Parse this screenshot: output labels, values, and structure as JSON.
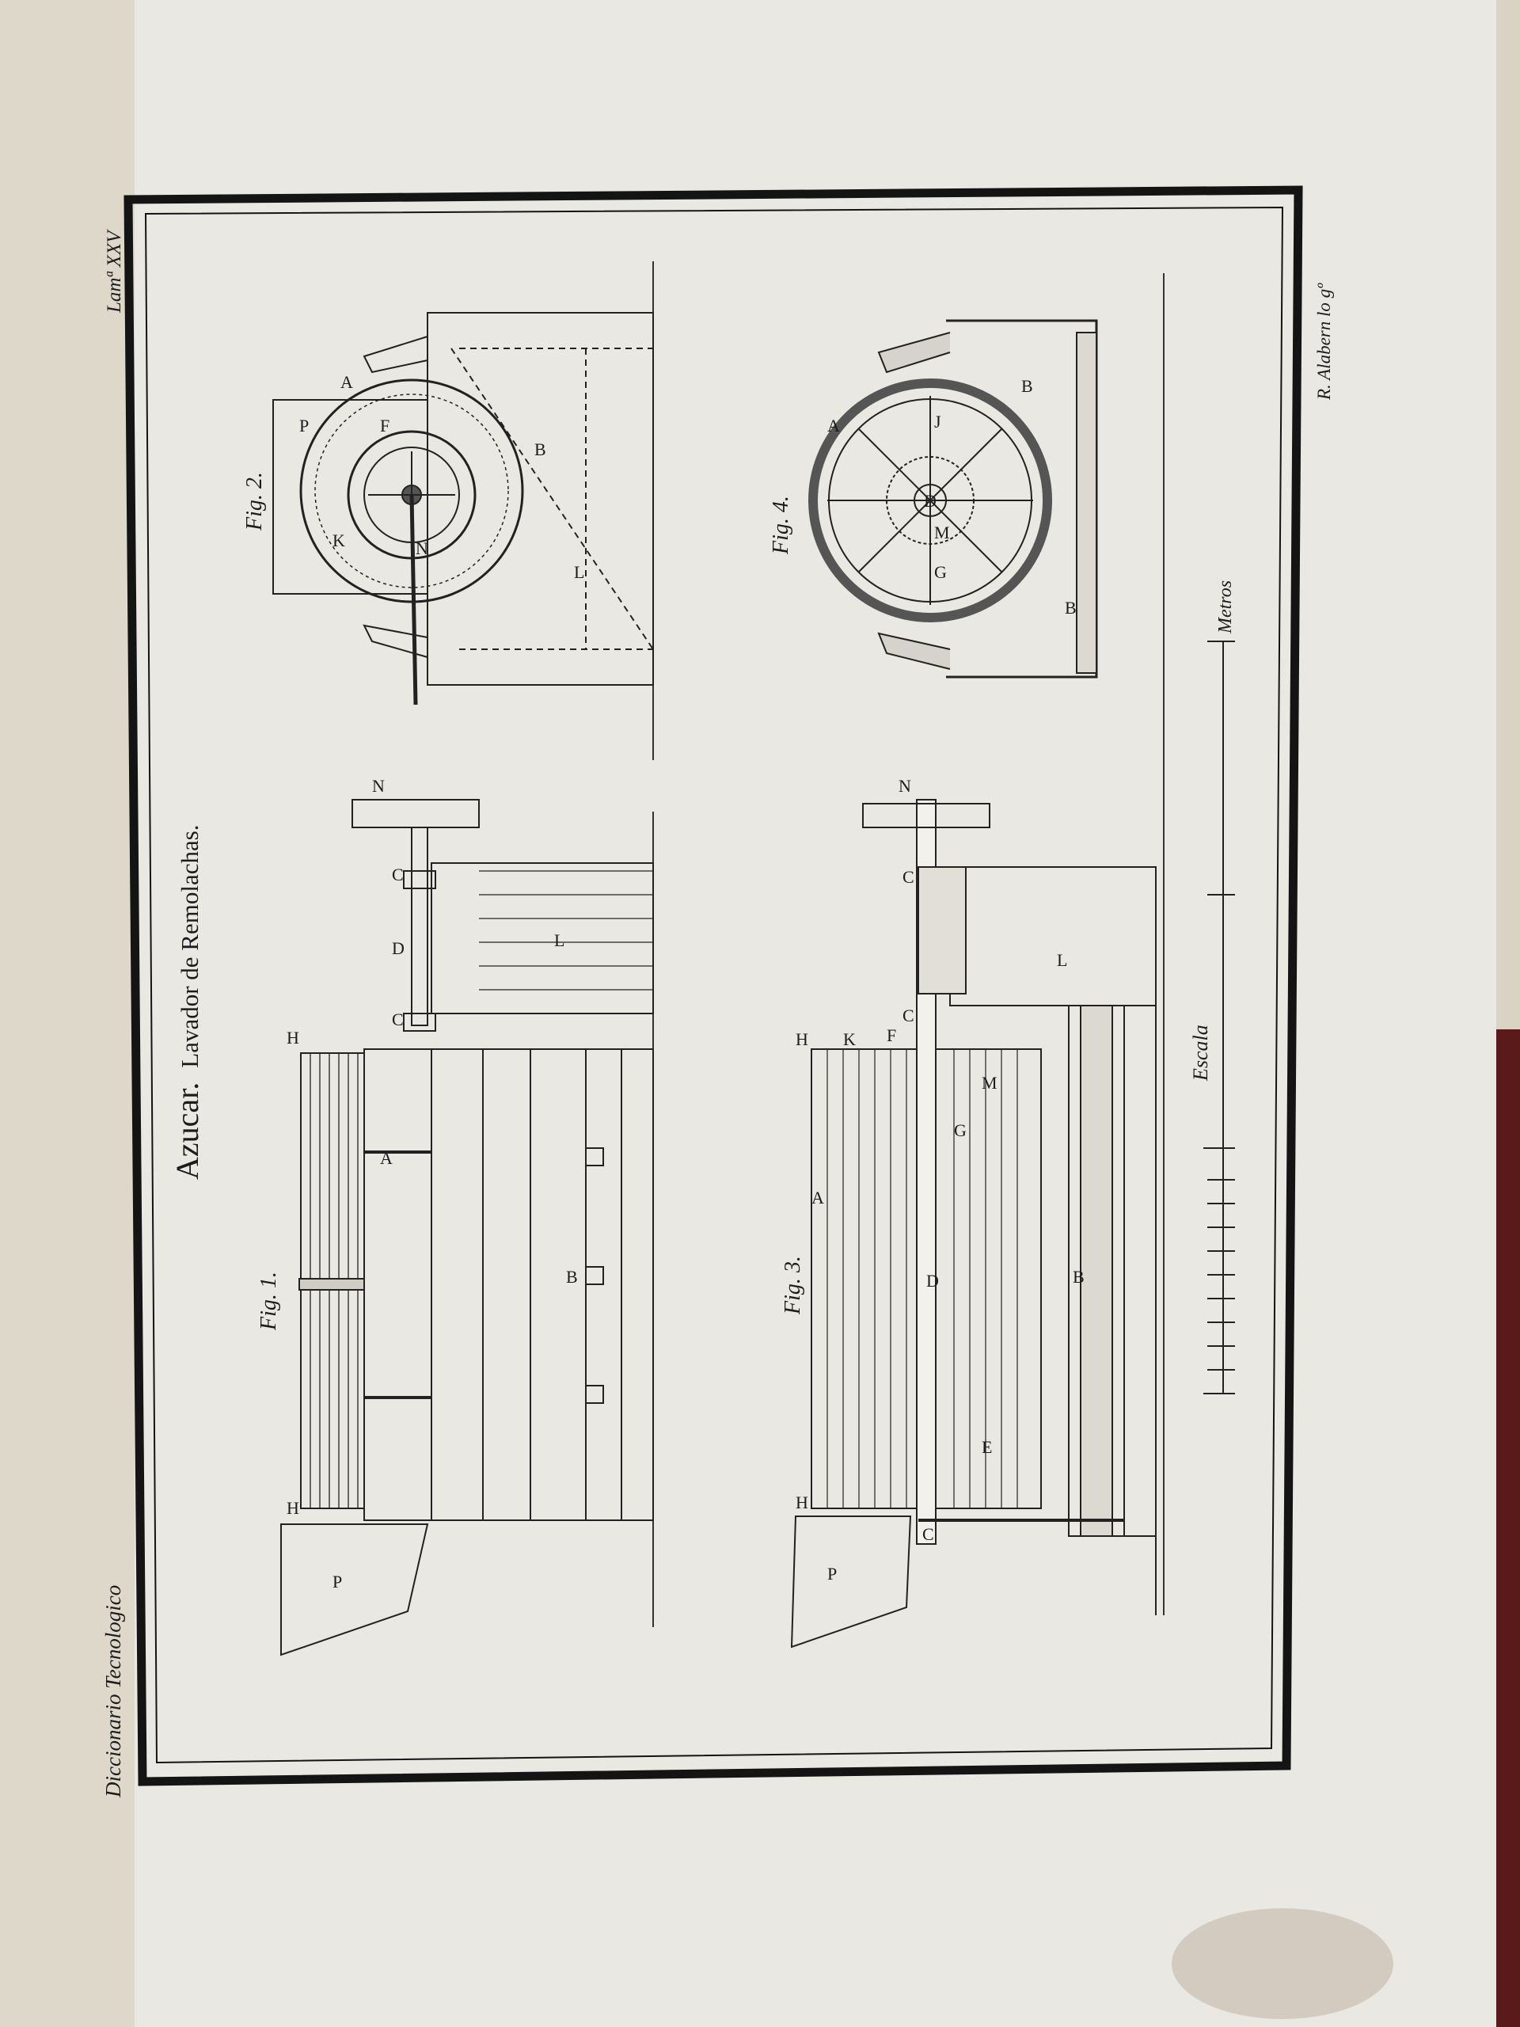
{
  "plate": {
    "title_main": "Azucar.",
    "title_rest": "Lavador de Remolachas.",
    "series": "Diccionario Tecnologico",
    "plate_number": "Lamª XXV",
    "engraver": "R. Alabern lo gº"
  },
  "figures": {
    "fig1": {
      "caption": "Fig. 1.",
      "labels": {
        "A": "A",
        "B": "B",
        "C1": "C",
        "C2": "C",
        "D": "D",
        "H1": "H",
        "H2": "H",
        "L": "L",
        "N": "N",
        "P": "P"
      }
    },
    "fig2": {
      "caption": "Fig. 2.",
      "labels": {
        "A": "A",
        "B": "B",
        "F": "F",
        "K": "K",
        "L": "L",
        "N": "N",
        "P": "P"
      }
    },
    "fig3": {
      "caption": "Fig. 3.",
      "labels": {
        "A": "A",
        "B": "B",
        "C1": "C",
        "C2": "C",
        "C3": "C",
        "D": "D",
        "E": "E",
        "F": "F",
        "G": "G",
        "H1": "H",
        "H2": "H",
        "K": "K",
        "L": "L",
        "M": "M",
        "N": "N",
        "P": "P"
      }
    },
    "fig4": {
      "caption": "Fig. 4.",
      "labels": {
        "A": "A",
        "B1": "B",
        "B2": "B",
        "G": "G",
        "J": "J",
        "M": "M",
        "Hub": "D"
      }
    }
  },
  "scale": {
    "label": "Escala",
    "unit": "Metros"
  },
  "colors": {
    "paper": "#eae8e3",
    "ink": "#1c1c1c",
    "frame": "#141414",
    "page_edge": "#e4dfd2",
    "binding": "#5a1a1a"
  }
}
